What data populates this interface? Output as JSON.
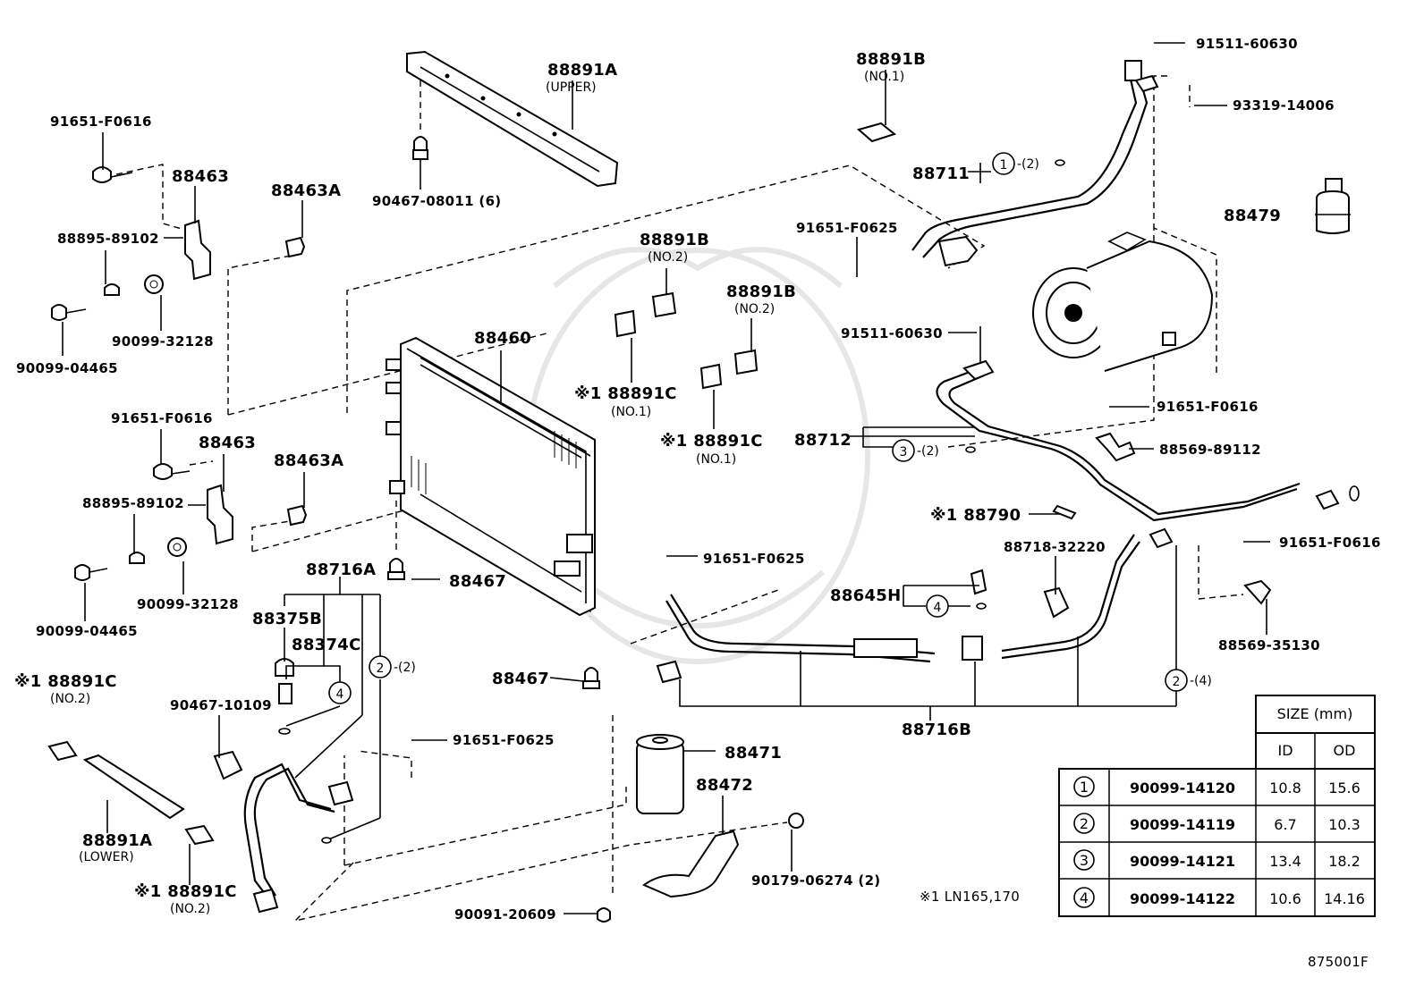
{
  "diagram_id": "875001F",
  "footnote": "※1 LN165,170",
  "labels": {
    "p88891A_upper": "88891A",
    "p88891A_upper_sub": "(UPPER)",
    "p90467_08011": "90467-08011 (6)",
    "p88891B_no1": "88891B",
    "p88891B_no1_sub": "(NO.1)",
    "p91511_60630_top": "91511-60630",
    "p93319_14006": "93319-14006",
    "p88711": "88711",
    "p88711_c": "1",
    "p88711_n": "-(2)",
    "p88479": "88479",
    "p91651_F0616_a": "91651-F0616",
    "p88463_a": "88463",
    "p88463A_a": "88463A",
    "p88895_89102_a": "88895-89102",
    "p90099_32128_a": "90099-32128",
    "p90099_04465_a": "90099-04465",
    "p91651_F0625_a": "91651-F0625",
    "p88891B_no2_a": "88891B",
    "p88891B_no2_a_sub": "(NO.2)",
    "p88891B_no2_b": "88891B",
    "p88891B_no2_b_sub": "(NO.2)",
    "p88460": "88460",
    "p88891C_no1_a": "※1 88891C",
    "p88891C_no1_a_sub": "(NO.1)",
    "p88891C_no1_b": "※1 88891C",
    "p88891C_no1_b_sub": "(NO.1)",
    "p91511_60630_mid": "91511-60630",
    "p88712": "88712",
    "p88712_c": "3",
    "p88712_n": "-(2)",
    "p91651_F0616_c": "91651-F0616",
    "p88569_89112": "88569-89112",
    "p91651_F0616_b": "91651-F0616",
    "p88463_b": "88463",
    "p88463A_b": "88463A",
    "p88895_89102_b": "88895-89102",
    "p90099_32128_b": "90099-32128",
    "p90099_04465_b": "90099-04465",
    "p88790": "※1 88790",
    "p88718_32220": "88718-32220",
    "p91651_F0616_d": "91651-F0616",
    "p88569_35130": "88569-35130",
    "p91651_F0625_b": "91651-F0625",
    "p88645H": "88645H",
    "p88645H_c": "4",
    "p88716A": "88716A",
    "p88375B": "88375B",
    "p88374C": "88374C",
    "p88374C_c": "4",
    "p88716A_c": "2",
    "p88716A_n": "-(2)",
    "p88467_a": "88467",
    "p88467_b": "88467",
    "p90467_10109": "90467-10109",
    "p91651_F0625_c": "91651-F0625",
    "p88471": "88471",
    "p88472": "88472",
    "p88716B": "88716B",
    "p88716B_c": "2",
    "p88716B_n": "-(4)",
    "p88891C_no2_a": "※1 88891C",
    "p88891C_no2_a_sub": "(NO.2)",
    "p88891A_lower": "88891A",
    "p88891A_lower_sub": "(LOWER)",
    "p88891C_no2_b": "※1 88891C",
    "p88891C_no2_b_sub": "(NO.2)",
    "p90179_06274": "90179-06274 (2)",
    "p90091_20609": "90091-20609"
  },
  "size_table": {
    "title": "SIZE (mm)",
    "col_id": "ID",
    "col_od": "OD",
    "rows": [
      {
        "mark": "1",
        "part": "90099-14120",
        "id": "10.8",
        "od": "15.6"
      },
      {
        "mark": "2",
        "part": "90099-14119",
        "id": "6.7",
        "od": "10.3"
      },
      {
        "mark": "3",
        "part": "90099-14121",
        "id": "13.4",
        "od": "18.2"
      },
      {
        "mark": "4",
        "part": "90099-14122",
        "id": "10.6",
        "od": "14.16"
      }
    ]
  }
}
